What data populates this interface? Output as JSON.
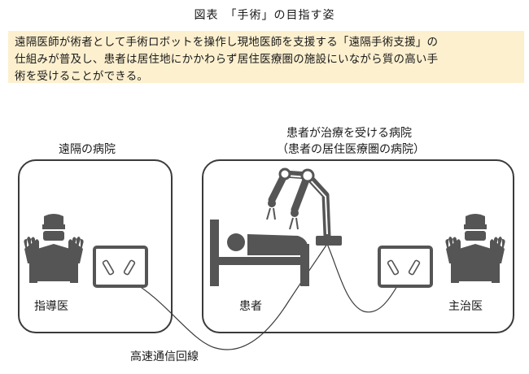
{
  "figure": {
    "title": "図表　「手術」の目指す姿",
    "summary_line1": "遠隔医師が術者として手術ロボットを操作し現地医師を支援する「遠隔手術支援」の",
    "summary_line2": "仕組みが普及し、患者は居住地にかかわらず居住医療圏の施設にいながら質の高い手",
    "summary_line3": "術を受けることができる。"
  },
  "remote": {
    "hospital_label": "遠隔の病院",
    "role_label": "指導医"
  },
  "local": {
    "hospital_label_line1": "患者が治療を受ける病院",
    "hospital_label_line2": "（患者の居住医療圏の病院）",
    "patient_label": "患者",
    "doctor_label": "主治医"
  },
  "connection": {
    "label": "高速通信回線"
  },
  "colors": {
    "summary_bg": "#fdf0cf",
    "icon_gray": "#555555",
    "frame": "#3a3a3a"
  }
}
